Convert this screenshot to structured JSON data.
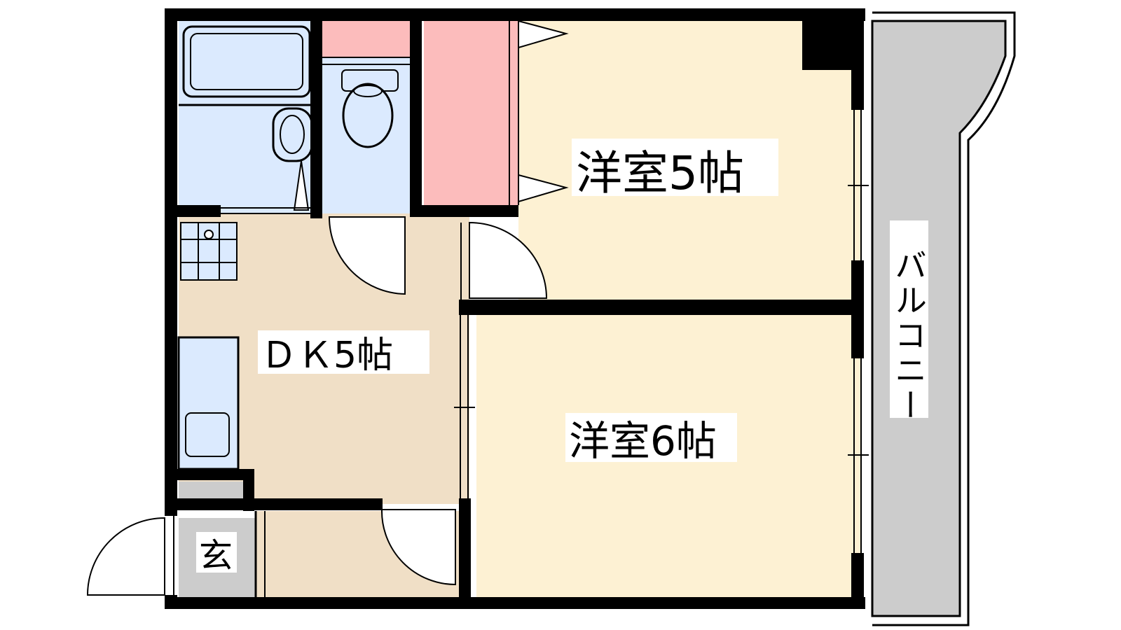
{
  "rooms": {
    "western_5": "洋室5帖",
    "western_6": "洋室6帖",
    "dk": "ＤＫ5帖",
    "entrance": "玄",
    "balcony": "バルコニー"
  },
  "colors": {
    "western_floor": "#fdf1d3",
    "dk_floor": "#f0dfc6",
    "wet_area": "#dbeafe",
    "closet": "#fcbcbc",
    "balcony": "#cccccc",
    "entrance": "#cccccc",
    "wall": "#000000"
  }
}
